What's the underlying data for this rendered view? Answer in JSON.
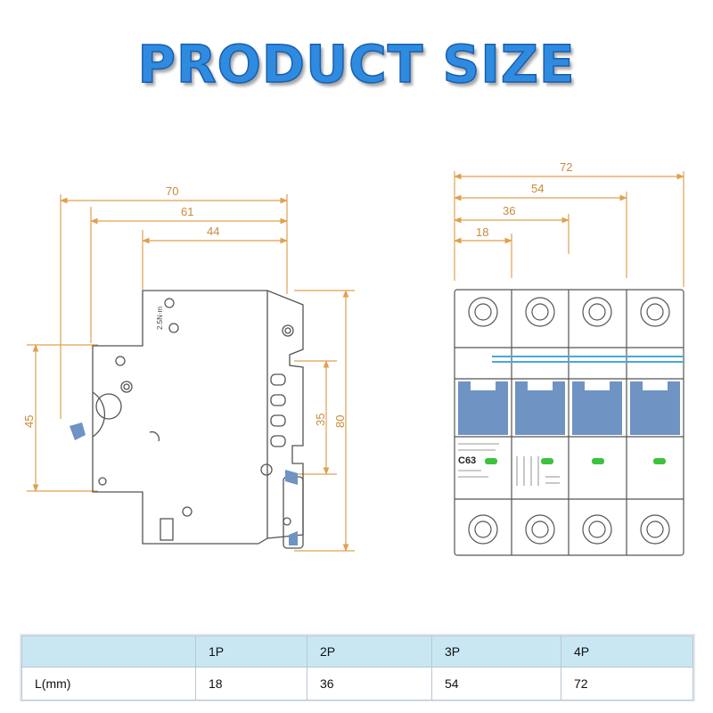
{
  "title": "PRODUCT SIZE",
  "side_view": {
    "dims": {
      "width_70": "70",
      "width_61": "61",
      "width_44": "44",
      "height_45": "45",
      "height_35": "35",
      "height_80": "80"
    },
    "marking": "2.5N·m"
  },
  "front_view": {
    "dims": {
      "d72": "72",
      "d54": "54",
      "d36": "36",
      "d18": "18"
    },
    "label": {
      "rating": "C63"
    }
  },
  "table": {
    "headers": [
      "",
      "1P",
      "2P",
      "3P",
      "4P"
    ],
    "row_label": "L(mm)",
    "values": [
      "18",
      "36",
      "54",
      "72"
    ]
  },
  "colors": {
    "dimension": "#e0a050",
    "breaker_blue": "#6f93c3",
    "indicator_green": "#3cc23c",
    "header_bg": "#c8e7f3",
    "title": "#2f8be0"
  }
}
